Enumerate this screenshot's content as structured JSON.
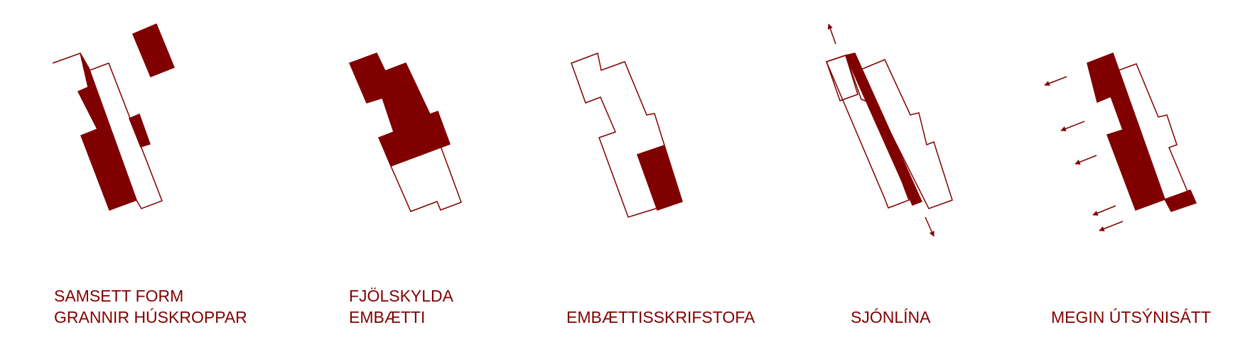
{
  "colors": {
    "fill": "#800000",
    "stroke": "#800000",
    "background": "#ffffff"
  },
  "diagrams": [
    {
      "name": "samsett-form",
      "caption": [
        "SAMSETT FORM",
        "GRANNIR HÚSKROPPAR"
      ]
    },
    {
      "name": "fjolskylda",
      "caption": [
        "FJÖLSKYLDA",
        "EMBÆTTI"
      ]
    },
    {
      "name": "embaettisskrifstofa",
      "caption": [
        "EMBÆTTISSKRIFSTOFA"
      ]
    },
    {
      "name": "sjonlina",
      "caption": [
        "SJÓNLÍNA"
      ],
      "icons": [
        "sightline-arrow-icon"
      ]
    },
    {
      "name": "megin-utsynisatt",
      "caption": [
        "MEGIN ÚTSÝNISÁTT"
      ],
      "icons": [
        "view-direction-arrow-icon"
      ]
    }
  ]
}
